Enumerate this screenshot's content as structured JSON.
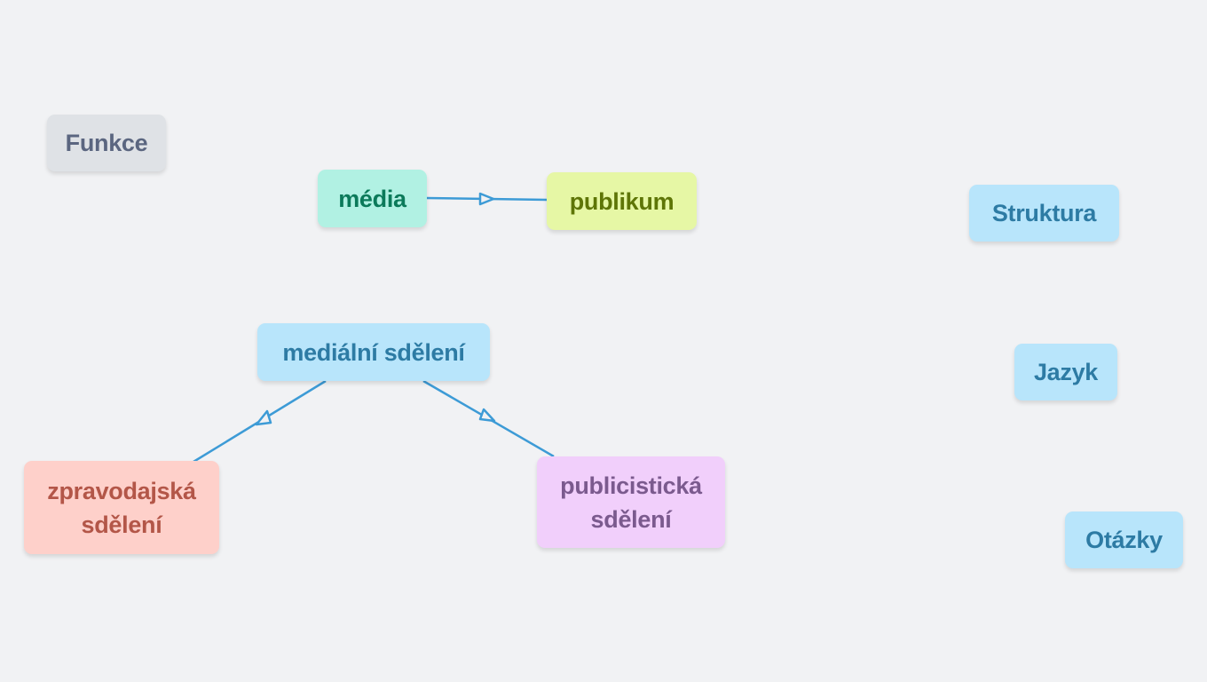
{
  "colors": {
    "background": "#f1f2f4",
    "connector": "#3d9bd6"
  },
  "nodes": {
    "funkce": "Funkce",
    "media": "média",
    "publikum": "publikum",
    "struktura": "Struktura",
    "medialni_sdeleni": "mediální sdělení",
    "jazyk": "Jazyk",
    "zpravodajska_sdeleni": "zpravodajská\nsdělení",
    "publicisticka_sdeleni": "publicistická\nsdělení",
    "otazky": "Otázky"
  },
  "edges": [
    {
      "from": "média",
      "to": "publikum"
    },
    {
      "from": "mediální sdělení",
      "to": "zpravodajská sdělení"
    },
    {
      "from": "mediální sdělení",
      "to": "publicistická sdělení"
    }
  ]
}
